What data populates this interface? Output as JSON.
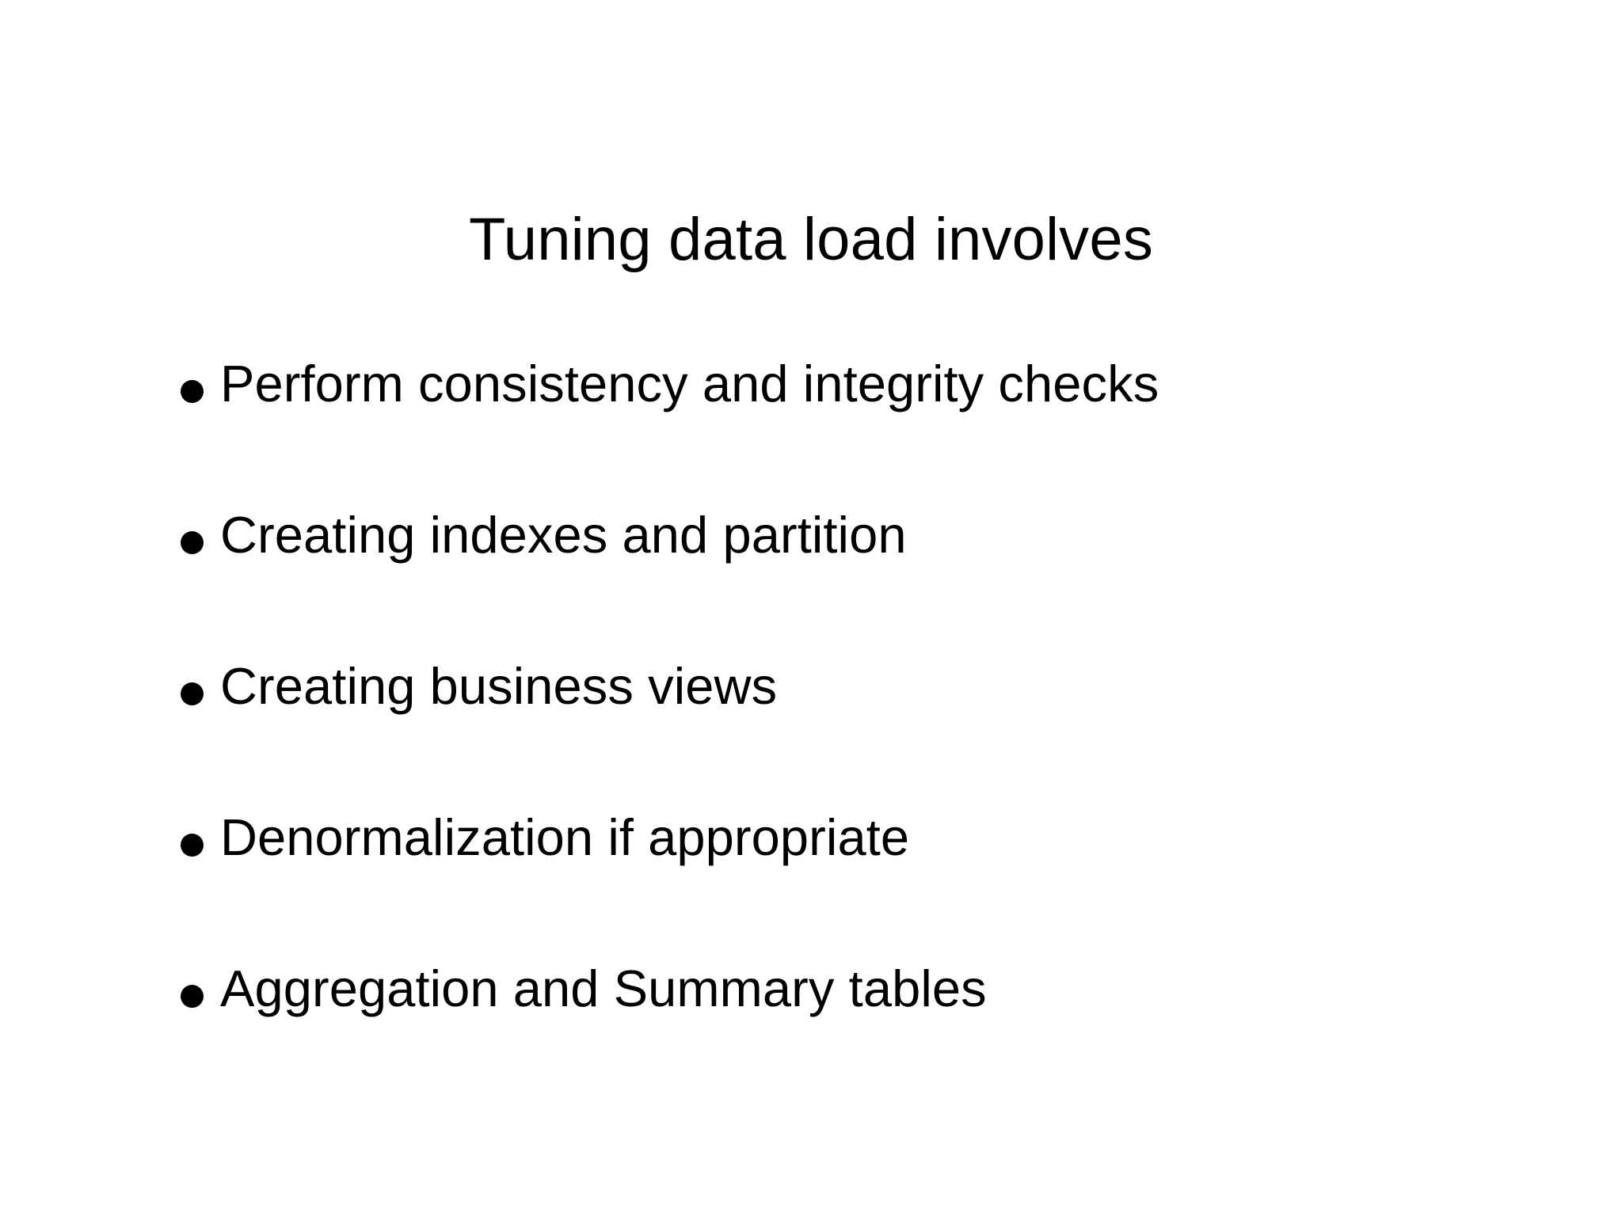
{
  "slide": {
    "background_color": "#ffffff",
    "text_color": "#000000",
    "title": "Tuning data load involves",
    "bullet_marker_glyph": "filled-circle",
    "bullets": [
      {
        "text": "Perform consistency and integrity checks"
      },
      {
        "text": "Creating indexes and partition"
      },
      {
        "text": "Creating business views"
      },
      {
        "text": "Denormalization if appropriate"
      },
      {
        "text": "Aggregation and Summary tables"
      }
    ]
  }
}
